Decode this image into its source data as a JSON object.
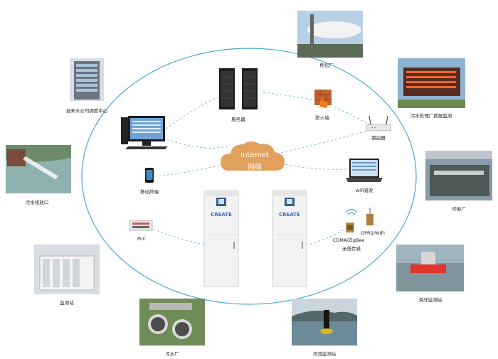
{
  "labels": {
    "waterworks": "自来水公司调度中心",
    "server": "服务器",
    "firewall": "防火墙",
    "router": "路由器",
    "coking": "焦化厂",
    "sewage_data": "污水处理厂数据监测",
    "outfall": "污水排放口",
    "mobile": "移动终端",
    "plc": "PLC",
    "wifi_reader": "wifi阅读",
    "printing": "印染厂",
    "cdma": "CDMA/ZigBee",
    "gprs": "GPRS/WIFI",
    "sensor": "无线传感",
    "monitor_station": "监测站",
    "sewage_plant": "污水厂",
    "river": "河流监测站",
    "ocean": "海洋监测站"
  },
  "cloud": {
    "line1": "Internet",
    "line2": "网络"
  },
  "cabinet": {
    "brand": "CREATE"
  },
  "colors": {
    "ellipse": "#4aa8d8",
    "cloud": "#e0a15c",
    "dashed": "#7ab6de"
  }
}
